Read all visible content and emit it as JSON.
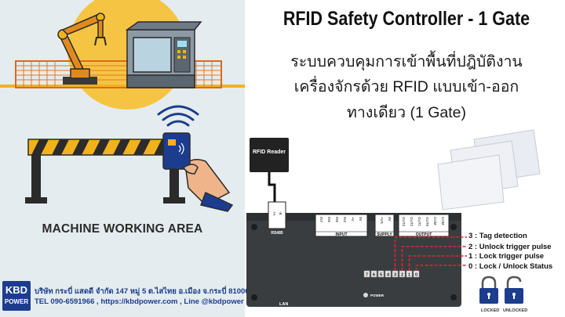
{
  "left_panel": {
    "area_label": "MACHINE WORKING AREA",
    "logo_top": "KBD",
    "logo_bottom": "POWER",
    "company_line": "บริษัท กระบี่ แสดดี จำกัด 147 หมู่ 5 ต.ไสไทย อ.เมือง จ.กระบี่ 81000",
    "contact_line": "TEL 090-6591966 , https://kbdpower.com , Line @kbdpower",
    "icons": [
      "robot-arm-icon",
      "cnc-machine-icon",
      "fence-icon",
      "barrier-gate-icon",
      "rfid-card-hand-icon",
      "wireless-signal-icon"
    ]
  },
  "header": {
    "title": "RFID Safety Controller - 1 Gate",
    "desc_line1": "ระบบควบคุมการเข้าพื้นที่ปฎิบัติงาน",
    "desc_line2": "เครื่องจักรด้วย RFID แบบเข้า-ออก",
    "desc_line3": "ทางเดียว (1 Gate)"
  },
  "device": {
    "reader_label": "RFID Reader",
    "rs485_label": "RS485",
    "input_label": "INPUT",
    "supply_label": "SUPPLY",
    "output_label": "OUTPUT",
    "lan_label": "LAN",
    "power_label": "POWER",
    "led_numbers": [
      "7",
      "6",
      "5",
      "4",
      "3",
      "2",
      "1",
      "0"
    ],
    "terminal_rs485": [
      "+A",
      "-B"
    ],
    "terminal_input": [
      "IN7",
      "IN6",
      "IN5",
      "IN4",
      "+V",
      "0V"
    ],
    "terminal_supply": [
      "+VS",
      "0V"
    ],
    "terminal_output": [
      "OUT3",
      "OUT2",
      "OUT1",
      "OUT0",
      "COM",
      "COM"
    ]
  },
  "legend": {
    "line3": "3 : Tag detection",
    "line2": "2 : Unlock trigger pulse",
    "line1": "1 : Lock trigger pulse",
    "line0": "0 : Lock / Unlock Status"
  },
  "locks": {
    "locked_label": "LOCKED",
    "unlocked_label": "UNLOCKED"
  },
  "colors": {
    "legend_red": "#d9262e",
    "logo_blue": "#1c3d8e",
    "robot_orange": "#e08a1e",
    "barrier_yellow": "#f2b21c"
  }
}
